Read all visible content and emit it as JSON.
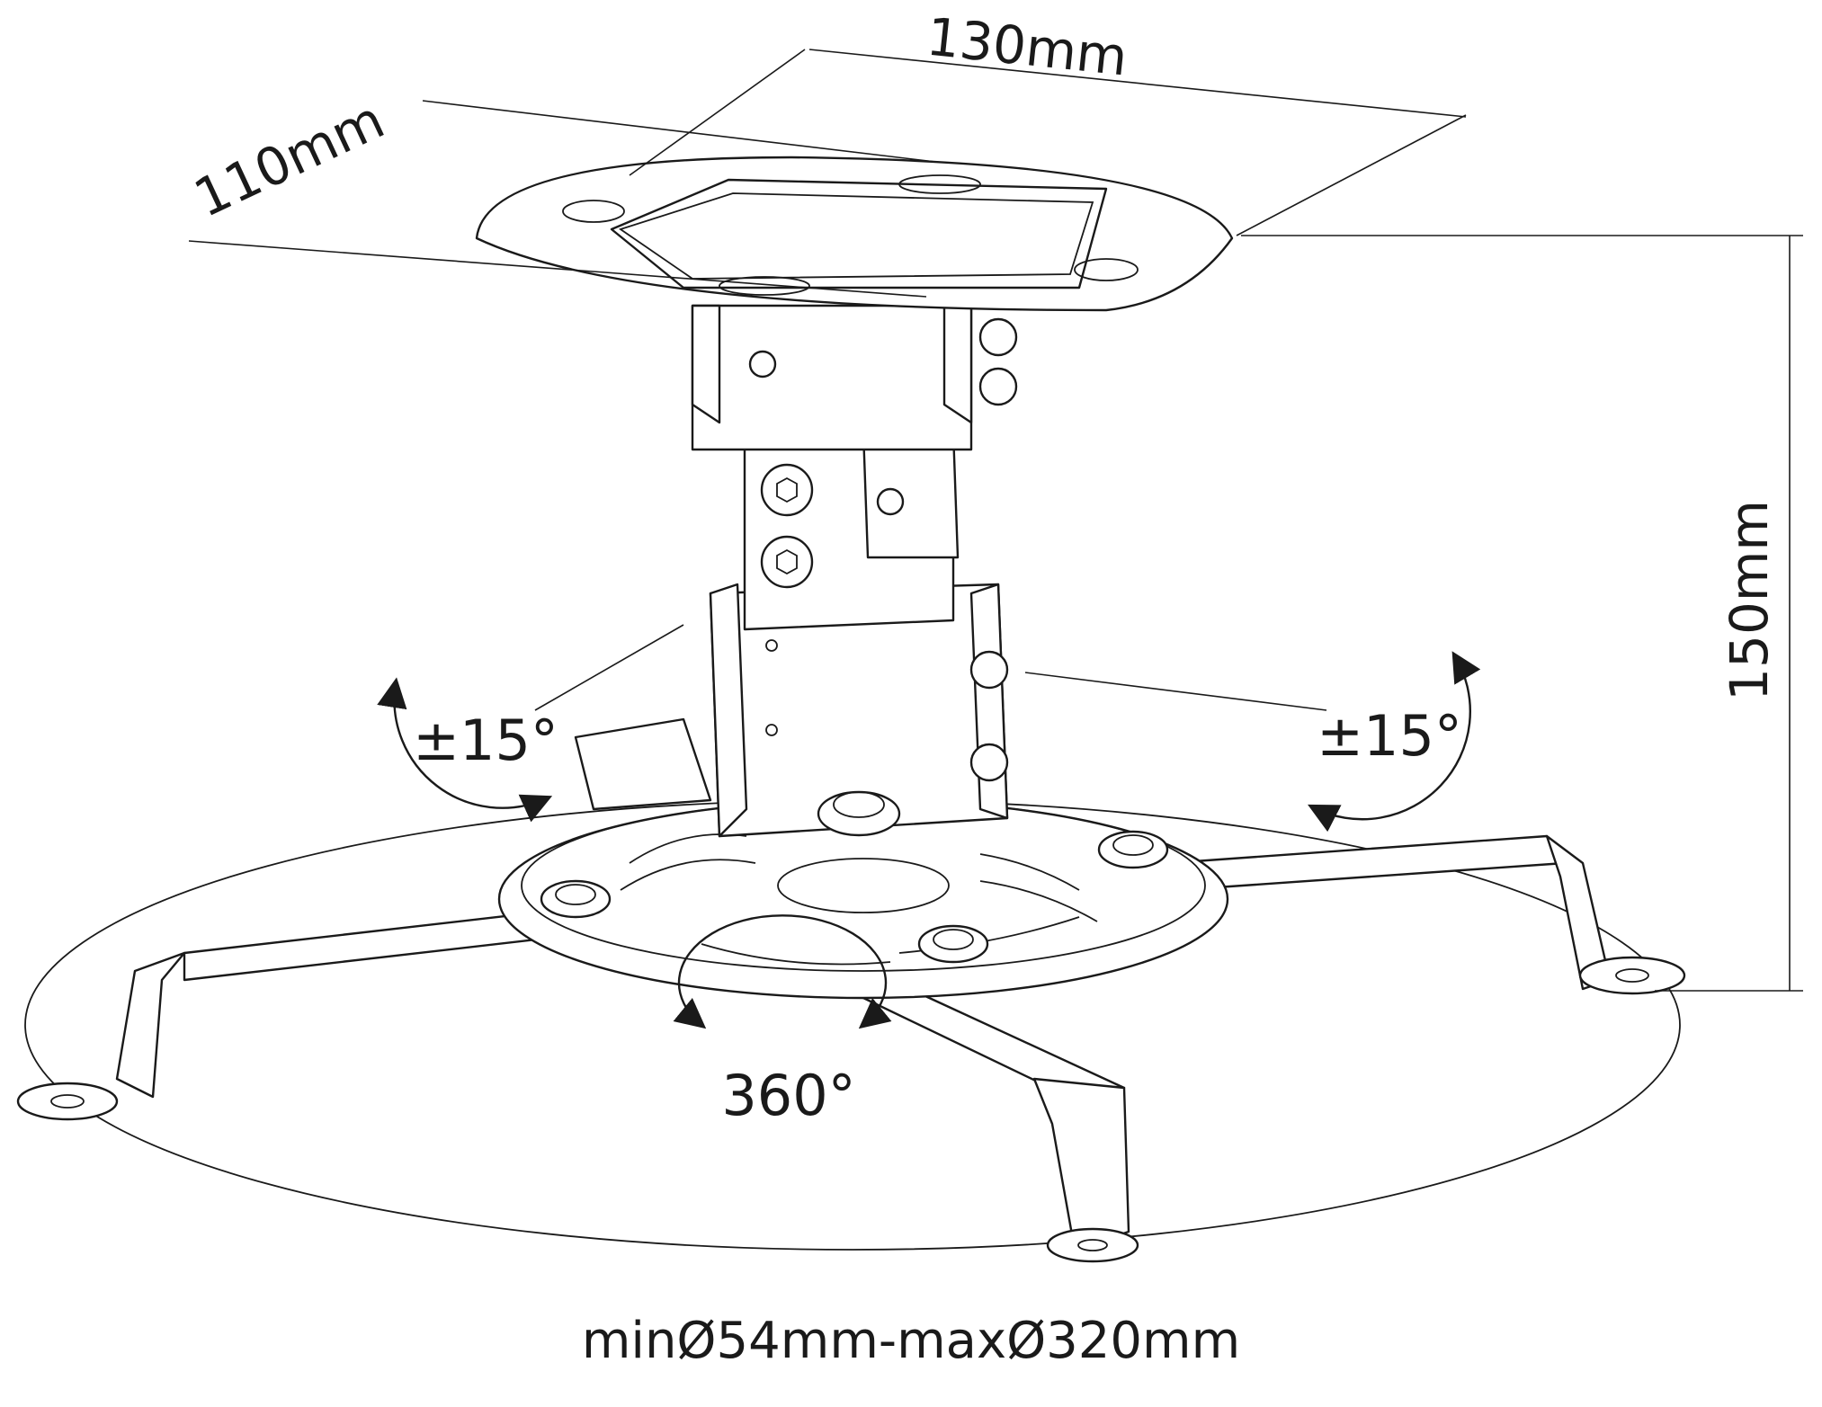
{
  "dimensions": {
    "width_label": "130mm",
    "depth_label": "110mm",
    "height_label": "150mm"
  },
  "rotation": {
    "tilt_left": "±15°",
    "tilt_right": "±15°",
    "swivel": "360°"
  },
  "diameter_range": "minØ54mm-maxØ320mm",
  "colors": {
    "line": "#1a1a1a",
    "background": "#ffffff"
  }
}
